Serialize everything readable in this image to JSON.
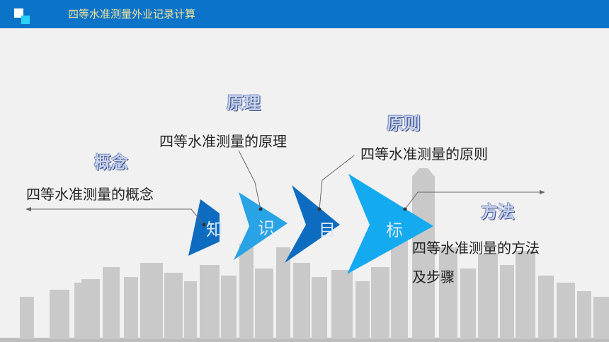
{
  "header": {
    "title": "四等水准测量外业记录计算"
  },
  "arrows": {
    "chars": [
      "知",
      "识",
      "目",
      "标"
    ]
  },
  "items": [
    {
      "heading": "概念",
      "text": "四等水准测量的概念"
    },
    {
      "heading": "原理",
      "text": "四等水准测量的原理"
    },
    {
      "heading": "原则",
      "text": "四等水准测量的原则"
    },
    {
      "heading": "方法",
      "text_line1": "四等水准测量的方法",
      "text_line2": "及步骤"
    }
  ],
  "colors": {
    "bar": "#0b74c9",
    "dark_blue": "#0d6cc0",
    "light_blue": "#27a3e6",
    "bright_blue": "#14aaf0",
    "city": "#c9c9c9"
  }
}
